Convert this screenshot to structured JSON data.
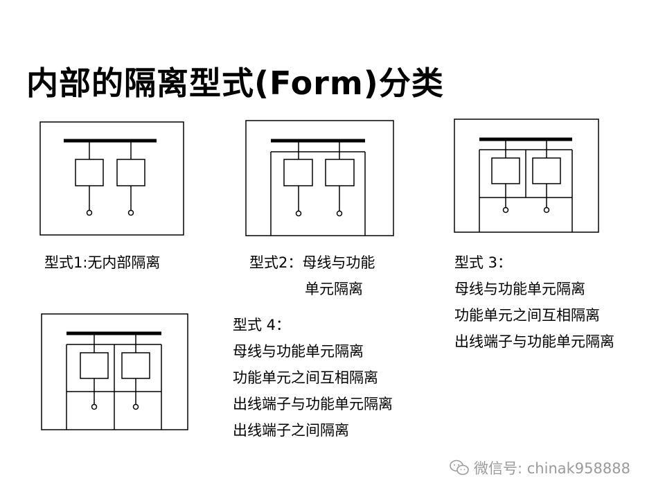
{
  "title": "内部的隔离型式(Form)分类",
  "forms": [
    {
      "lines": [
        "型式1:无内部隔离"
      ]
    },
    {
      "lines": [
        "型式2：母线与功能",
        "单元隔离"
      ]
    },
    {
      "lines": [
        "型式 3：",
        "母线与功能单元隔离",
        "功能单元之间互相隔离",
        "出线端子与功能单元隔离"
      ]
    },
    {
      "lines": [
        "型式 4：",
        "母线与功能单元隔离",
        "功能单元之间互相隔离",
        "出线端子与功能单元隔离",
        "出线端子之间隔离"
      ]
    }
  ],
  "watermark": {
    "text": "微信号: chinak958888",
    "icon": "wechat-icon"
  }
}
